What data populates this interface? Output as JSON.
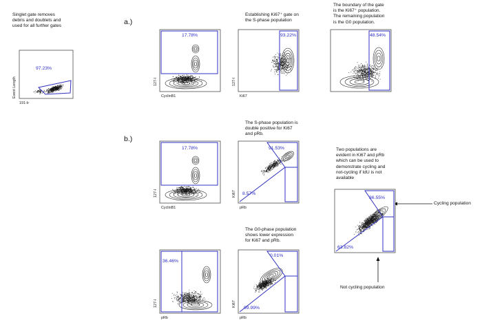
{
  "section_labels": {
    "a": "a.)",
    "b": "b.)"
  },
  "captions": {
    "singlet": [
      "Singlet gate removes",
      "debris and doublets and",
      "used for all further gates"
    ],
    "establish": [
      "Establishing Ki67⁺ gate on",
      "the S-phase population"
    ],
    "boundary": [
      "The boundary of the gate",
      "is the Ki67⁺ population.",
      "The remaining population",
      "is the G0 population."
    ],
    "sphase": [
      "The S-phase population is",
      "double positive for Ki67",
      "and pRb."
    ],
    "twopop": [
      "Two populations are",
      "evident in Ki67 and pRb",
      "which can be used to",
      "demonstrate cycling and",
      "not-cycling if IdU is not",
      "available"
    ],
    "g0": [
      "The G0-phase population",
      "shows lower expression",
      "for Ki67 and pRb."
    ],
    "cycling": "Cycling population",
    "notcycling": "Not cycling population"
  },
  "plots": {
    "singlet": {
      "xlabel": "191-Ir",
      "ylabel": "Event Length",
      "gates": [
        "97.23%"
      ]
    },
    "a1": {
      "xlabel": "CyclinB1",
      "ylabel": "127-I",
      "gates": [
        "17.78%"
      ]
    },
    "a2": {
      "xlabel": "Ki67",
      "ylabel": "127-I",
      "gates": [
        "93.22%"
      ]
    },
    "a3": {
      "xlabel": "",
      "ylabel": "",
      "gates": [
        "48.54%"
      ]
    },
    "b1": {
      "xlabel": "CyclinB1",
      "ylabel": "127-I",
      "gates": [
        "17.78%"
      ]
    },
    "b2": {
      "xlabel": "pRb",
      "ylabel": "Ki67",
      "gates": [
        "91.53%",
        "8.57%"
      ]
    },
    "b3": {
      "xlabel": "pRb",
      "ylabel": "127-I",
      "gates": [
        "36.46%"
      ]
    },
    "b4": {
      "xlabel": "pRb",
      "ylabel": "Ki67",
      "gates": [
        "0.01%",
        "99.99%"
      ]
    },
    "b5": {
      "xlabel": "",
      "ylabel": "",
      "gates": [
        "36.55%",
        "63.82%"
      ]
    }
  },
  "colors": {
    "gate": "#3030c0",
    "percent": "#2c2cc8",
    "points": "#111111"
  }
}
